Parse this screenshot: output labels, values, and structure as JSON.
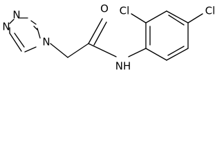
{
  "molecule": {
    "atom_labels": {
      "n_triazole_1": "N",
      "n_triazole_2": "N",
      "n_triazole_4": "N",
      "oxygen": "O",
      "amide_nh": "NH",
      "chlorine_ortho": "Cl",
      "chlorine_para": "Cl"
    },
    "colors": {
      "bond": "#000000",
      "label": "#000000",
      "background": "#ffffff"
    }
  }
}
